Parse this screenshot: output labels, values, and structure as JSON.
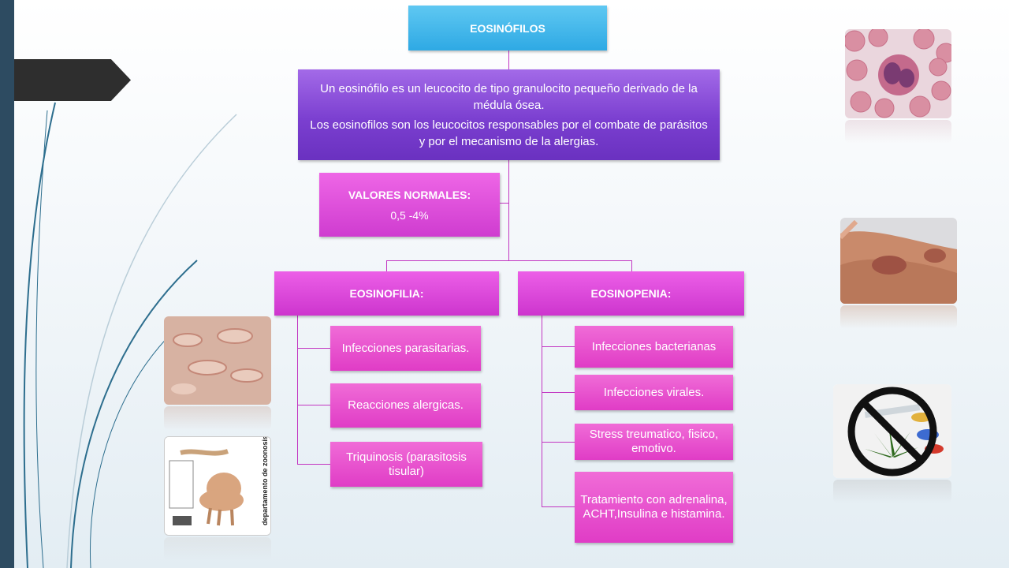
{
  "root": {
    "title": "EOSINÓFILOS"
  },
  "description": {
    "line1": "Un eosinófilo es un leucocito de tipo granulocito pequeño derivado de la médula ósea.",
    "line2": "Los eosinofilos son los leucocitos responsables por el combate de parásitos y por el mecanismo de la alergias."
  },
  "normal_values": {
    "label": "VALORES NORMALES:",
    "value": "0,5 -4%"
  },
  "eosinofilia": {
    "title": "EOSINOFILIA:",
    "items": [
      "Infecciones parasitarias.",
      "Reacciones alergicas.",
      "Triquinosis (parasitosis tisular)"
    ]
  },
  "eosinopenia": {
    "title": "EOSINOPENIA:",
    "items": [
      "Infecciones bacterianas",
      "Infecciones virales.",
      "Stress treumatico, fisico, emotivo.",
      "Tratamiento con adrenalina, ACHT,Insulina e histamina."
    ]
  },
  "poster": {
    "text": "departamento de zoonosis"
  },
  "colors": {
    "sidebar": "#2d4b61",
    "title_box": "#2ea9e4",
    "description_box": "#7b3fd0",
    "node_box": "#cf3cd0",
    "leaf_box": "#e03cc6",
    "connector": "#c236c2"
  },
  "images": [
    "eosinophil-micrograph",
    "skin-lesion-hand",
    "urticaria-skin",
    "zoonosis-poster",
    "no-drugs-sign"
  ]
}
